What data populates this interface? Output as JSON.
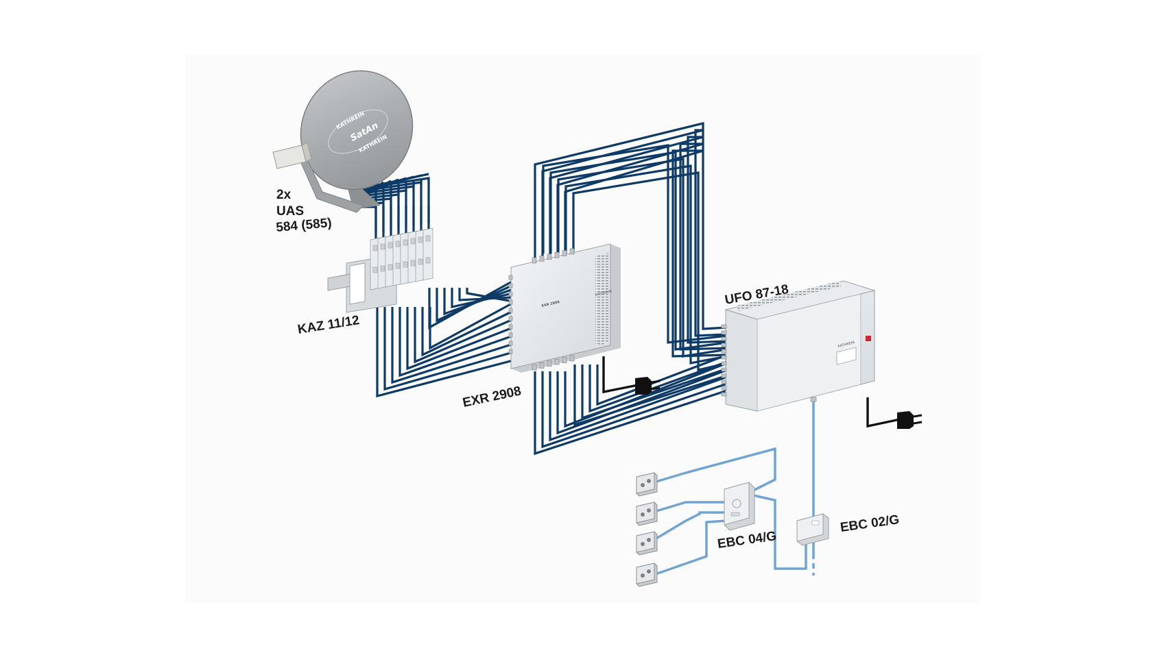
{
  "labels": {
    "lnb_count": "2x",
    "lnb_model_line1": "UAS",
    "lnb_model_line2": "584 (585)",
    "combiner": "KAZ 11/12",
    "switch": "EXR 2908",
    "switch_panel": "EXR 2908",
    "headend": "UFO 87-18",
    "coupler_4": "EBC 04/G",
    "coupler_2": "EBC 02/G"
  },
  "dish_brand": {
    "top": "KATHREIN",
    "center": "SatAn",
    "bottom": "KATHREIN"
  },
  "device_brand": "KATHREIN",
  "colors": {
    "trunk_cable": "#0d3a66",
    "distribution_cable": "#6fa4d4",
    "power_cable": "#111111",
    "device_body": "#e4e7ea",
    "dish": "#a9acaf"
  },
  "icons": [
    "satellite-dish-icon",
    "lnb-icon",
    "power-plug-icon",
    "wall-socket-icon",
    "coupler-icon"
  ]
}
